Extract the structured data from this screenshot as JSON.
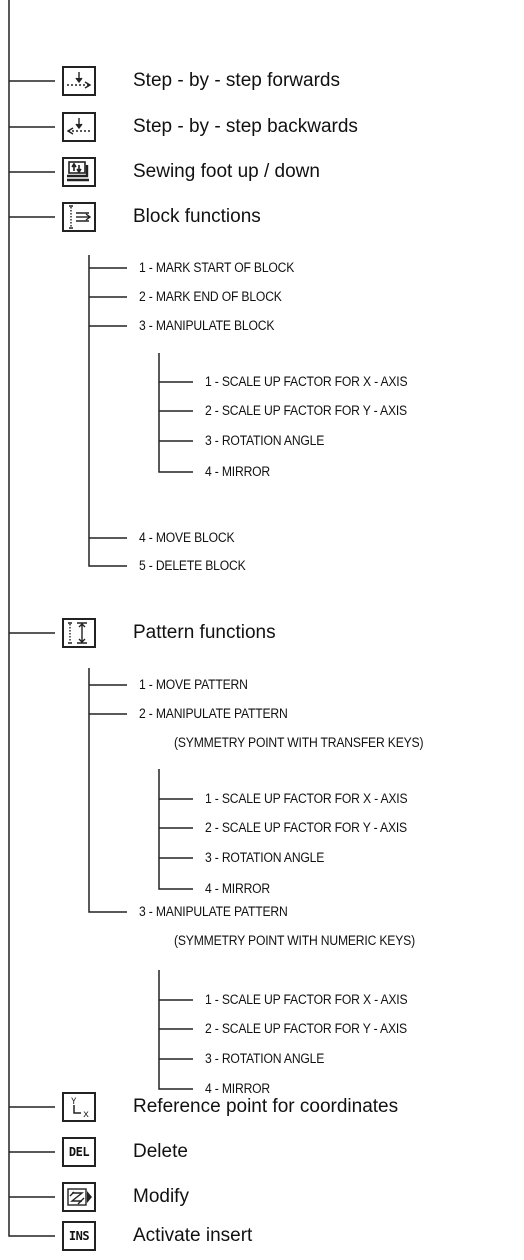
{
  "items": [
    {
      "label": "Step - by - step forwards",
      "icon": "step-forward-icon"
    },
    {
      "label": "Step - by - step backwards",
      "icon": "step-backward-icon"
    },
    {
      "label": "Sewing foot up / down",
      "icon": "sewing-foot-icon"
    },
    {
      "label": "Block functions",
      "icon": "block-functions-icon"
    },
    {
      "label": "Pattern functions",
      "icon": "pattern-functions-icon"
    },
    {
      "label": "Reference point for coordinates",
      "icon": "reference-point-icon",
      "icon_text_y": "Y",
      "icon_text_x": "x"
    },
    {
      "label": "Delete",
      "icon": "delete-icon",
      "icon_text": "DEL"
    },
    {
      "label": "Modify",
      "icon": "modify-icon"
    },
    {
      "label": "Activate insert",
      "icon": "insert-icon",
      "icon_text": "INS"
    }
  ],
  "block": {
    "items": [
      "1 - MARK START OF BLOCK",
      "2 - MARK END OF BLOCK",
      "3 -  MANIPULATE BLOCK",
      "4 - MOVE BLOCK",
      "5 - DELETE BLOCK"
    ],
    "manipulate": [
      "1 - SCALE UP FACTOR FOR X - AXIS",
      "2 - SCALE UP FACTOR FOR Y - AXIS",
      "3 - ROTATION ANGLE",
      "4 - MIRROR"
    ]
  },
  "pattern": {
    "items": [
      "1 - MOVE PATTERN",
      "2 - MANIPULATE PATTERN",
      "3 - MANIPULATE PATTERN"
    ],
    "notes": [
      "(SYMMETRY POINT WITH TRANSFER KEYS)",
      "(SYMMETRY POINT WITH  NUMERIC KEYS)"
    ],
    "manipulate_transfer": [
      "1 - SCALE UP FACTOR FOR X - AXIS",
      "2 - SCALE UP FACTOR FOR Y - AXIS",
      "3 - ROTATION ANGLE",
      "4 - MIRROR"
    ],
    "manipulate_numeric": [
      "1 - SCALE UP FACTOR FOR X - AXIS",
      "2 - SCALE UP FACTOR FOR Y - AXIS",
      "3 - ROTATION ANGLE",
      "4 - MIRROR"
    ]
  }
}
